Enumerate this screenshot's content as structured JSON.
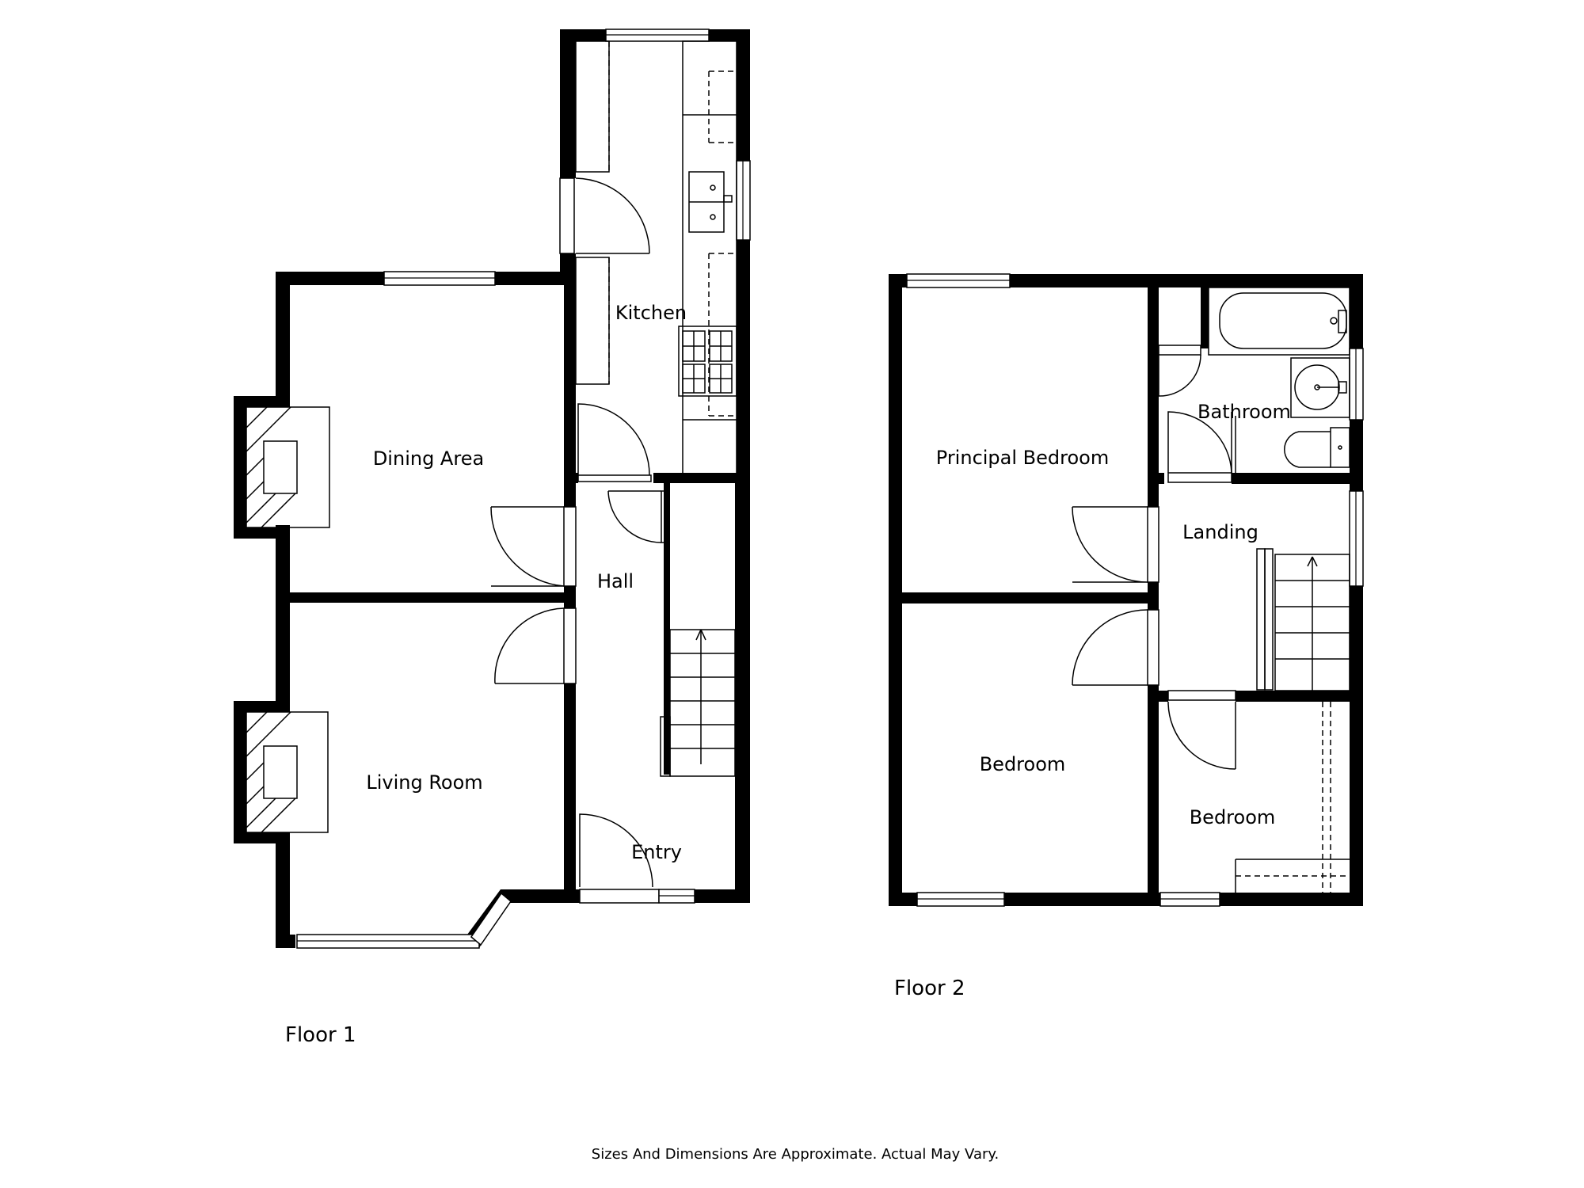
{
  "floor1": {
    "label": "Floor 1",
    "rooms": {
      "kitchen": "Kitchen",
      "dining": "Dining Area",
      "hall": "Hall",
      "living": "Living Room",
      "entry": "Entry"
    }
  },
  "floor2": {
    "label": "Floor 2",
    "rooms": {
      "principal": "Principal Bedroom",
      "bathroom": "Bathroom",
      "landing": "Landing",
      "bedroom_left": "Bedroom",
      "bedroom_right": "Bedroom"
    }
  },
  "disclaimer": "Sizes And Dimensions Are Approximate. Actual May Vary."
}
